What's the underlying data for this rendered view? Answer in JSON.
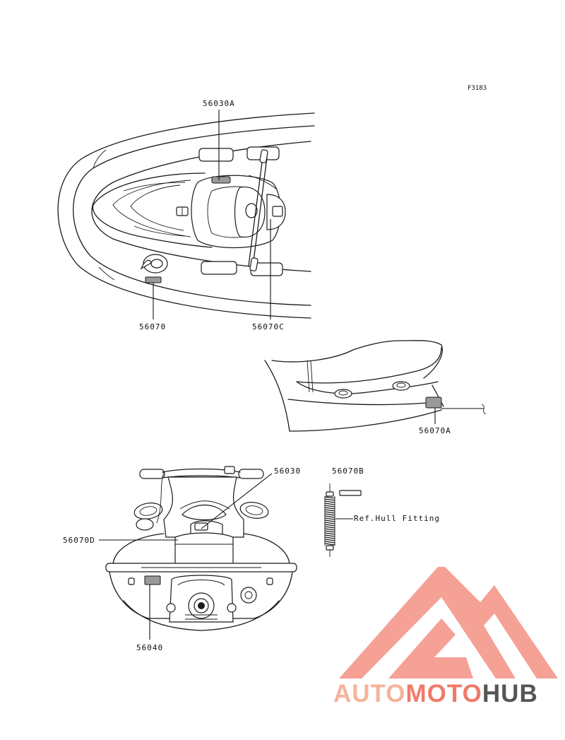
{
  "figure_code": "F3183",
  "labels": {
    "top_left_decal": "56030A",
    "top_bottom_left": "56070",
    "top_bottom_right": "56070C",
    "seat_decal": "56070A",
    "rear_top": "56030",
    "rear_left": "56070D",
    "rear_bottom": "56040",
    "fitting_part": "56070B",
    "fitting_ref": "Ref.Hull Fitting"
  },
  "watermark": {
    "part1": "AUTO",
    "part2": "MOTO",
    "part3": "HUB",
    "colors": {
      "light": "#f6b39a",
      "mid": "#f07a6a",
      "dark": "#555555"
    }
  }
}
